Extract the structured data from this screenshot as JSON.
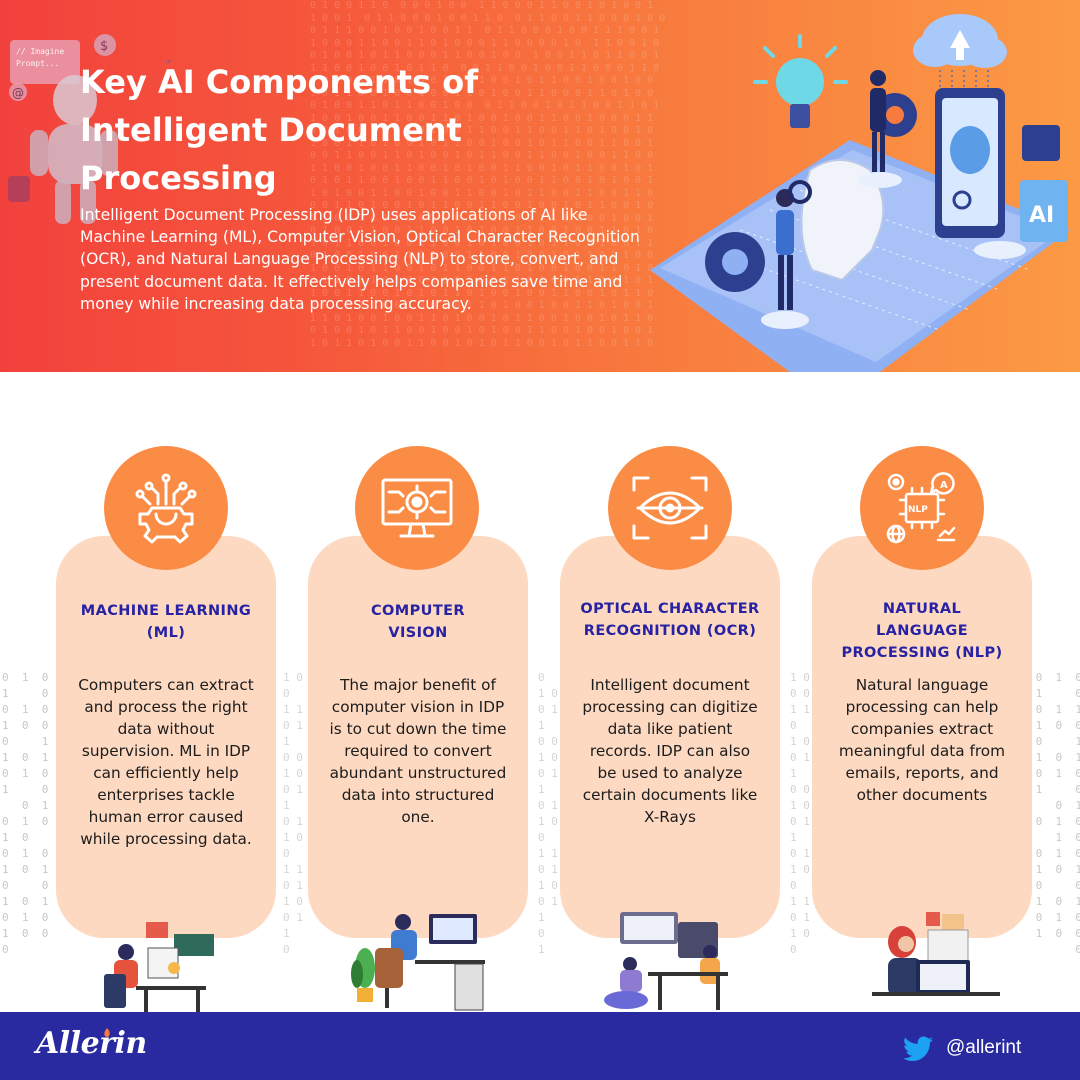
{
  "header": {
    "title": "Key AI Components of Intelligent Document Processing",
    "description": "Intelligent Document Processing (IDP) uses applications of AI like Machine Learning (ML), Computer Vision, Optical Character Recognition (OCR), and Natural Language Processing (NLP) to store, convert, and present document data. It effectively helps companies save time and money while increasing data processing accuracy.",
    "illustration_labels": {
      "ai_badge": "AI",
      "robot_screen": "// Imagine Prompt..."
    }
  },
  "cards": [
    {
      "icon": "ml-gear-circuit-icon",
      "title": "MACHINE LEARNING (ML)",
      "body": "Computers can extract and process the right data without supervision. ML in IDP can efficiently help enterprises tackle human error caused while processing data."
    },
    {
      "icon": "monitor-eye-icon",
      "title": "COMPUTER VISION",
      "body": "The major benefit of computer vision in IDP is to cut down the time required to convert abundant unstructured data into structured one."
    },
    {
      "icon": "eye-scan-icon",
      "title": "OPTICAL CHARACTER RECOGNITION (OCR)",
      "body": "Intelligent document processing can digitize data like patient records. IDP can also be used to analyze certain documents like X-Rays"
    },
    {
      "icon": "nlp-chip-icon",
      "title": "NATURAL LANGUAGE PROCESSING (NLP)",
      "body": "Natural language processing can help companies extract meaningful data from emails, reports, and other documents",
      "icon_label": "NLP"
    }
  ],
  "footer": {
    "brand": "Allerin",
    "twitter_handle": "@allerint"
  },
  "colors": {
    "header_gradient_start": "#f2413d",
    "header_gradient_end": "#fb9a45",
    "card_bg": "#fdd9c1",
    "badge_bg": "#fb8c45",
    "title_text": "#2722a3",
    "footer_bg": "#2a2aa0"
  }
}
